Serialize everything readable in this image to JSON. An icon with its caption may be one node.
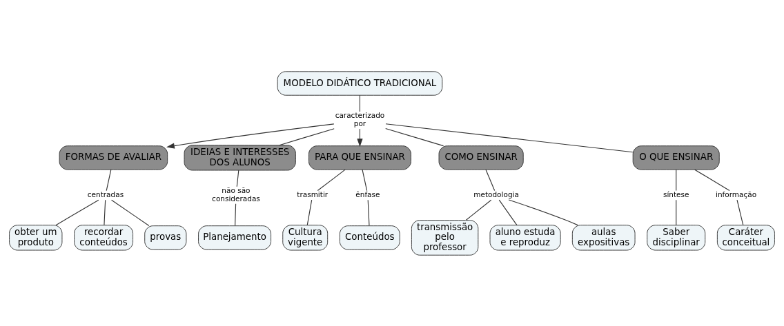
{
  "diagram": {
    "nodes": [
      {
        "text": [
          "MODELO DIDÁTICO TRADICIONAL"
        ]
      },
      {
        "text": [
          "caracterizado por"
        ]
      },
      {
        "text": [
          "FORMAS DE AVALIAR"
        ]
      },
      {
        "text": [
          "IDEIAS E INTERESSES DOS ALUNOS"
        ]
      },
      {
        "text": [
          "PARA QUE ENSINAR"
        ]
      },
      {
        "text": [
          "centradas"
        ]
      },
      {
        "text": [
          "obter um produto"
        ]
      },
      {
        "text": [
          "recordar conteúdos"
        ]
      },
      {
        "text": [
          "provas"
        ]
      },
      {
        "text": [
          "COMO ENSINAR"
        ]
      },
      {
        "text": [
          "não são consideradas"
        ]
      },
      {
        "text": [
          "Planejamento"
        ]
      },
      {
        "text": [
          "O QUE ENSINAR"
        ]
      },
      {
        "text": [
          "trasmitir"
        ]
      },
      {
        "text": [
          "ênfase"
        ]
      },
      {
        "text": [
          "Cultura vigente"
        ]
      },
      {
        "text": [
          "Conteúdos"
        ]
      },
      {
        "text": [
          "metodologia"
        ]
      },
      {
        "text": [
          "transmissão pelo professor"
        ]
      },
      {
        "text": [
          "aluno estuda e reproduz"
        ]
      },
      {
        "text": [
          "aulas expositivas"
        ]
      },
      {
        "text": [
          "síntese"
        ]
      },
      {
        "text": [
          "informação"
        ]
      },
      {
        "text": [
          "Saber disciplinar"
        ]
      },
      {
        "text": [
          "Caráter conceitual"
        ]
      }
    ],
    "edges": [
      {
        "from": 0,
        "to": 1,
        "arrow": "none"
      },
      {
        "from": 1,
        "to": 2,
        "arrow": "to"
      },
      {
        "from": 1,
        "to": 9,
        "arrow": "none"
      },
      {
        "from": 1,
        "to": 3,
        "arrow": "none"
      },
      {
        "from": 1,
        "to": 12,
        "arrow": "none"
      },
      {
        "from": 1,
        "to": 4,
        "arrow": "to"
      },
      {
        "from": 2,
        "to": 5,
        "arrow": "none"
      },
      {
        "from": 5,
        "to": 6,
        "arrow": "none"
      },
      {
        "from": 5,
        "to": 7,
        "arrow": "none"
      },
      {
        "from": 5,
        "to": 8,
        "arrow": "none"
      },
      {
        "from": 3,
        "to": 10,
        "arrow": "none"
      },
      {
        "from": 10,
        "to": 11,
        "arrow": "none"
      },
      {
        "from": 4,
        "to": 13,
        "arrow": "none"
      },
      {
        "from": 4,
        "to": 14,
        "arrow": "none"
      },
      {
        "from": 13,
        "to": 15,
        "arrow": "none"
      },
      {
        "from": 14,
        "to": 16,
        "arrow": "none"
      },
      {
        "from": 9,
        "to": 17,
        "arrow": "none"
      },
      {
        "from": 17,
        "to": 18,
        "arrow": "none"
      },
      {
        "from": 17,
        "to": 19,
        "arrow": "none"
      },
      {
        "from": 17,
        "to": 20,
        "arrow": "none"
      },
      {
        "from": 12,
        "to": 21,
        "arrow": "none"
      },
      {
        "from": 12,
        "to": 22,
        "arrow": "none"
      },
      {
        "from": 21,
        "to": 23,
        "arrow": "none"
      },
      {
        "from": 22,
        "to": 24,
        "arrow": "none"
      }
    ]
  }
}
